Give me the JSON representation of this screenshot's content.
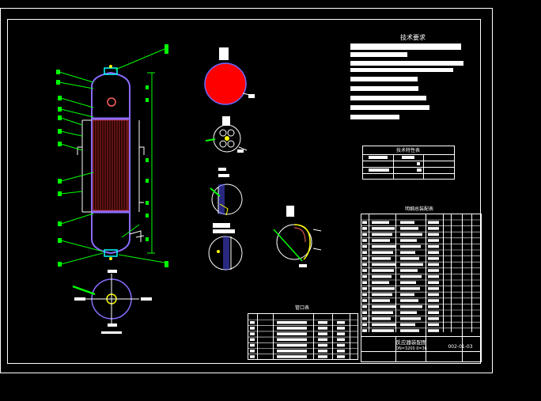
{
  "drawing": {
    "tech_requirements_title": "技术要求",
    "tech_spec_table_title": "技术特性表",
    "parts_list_title": "明细总装配表",
    "nozzle_table_title": "管口表",
    "title_block": {
      "name": "反应器装配图",
      "spec": "DN=3200  δ=36",
      "drawing_no": "002-01-03"
    }
  },
  "colors": {
    "background": "#000000",
    "linework": "#ffffff",
    "vessel": "#8a6cff",
    "leaders": "#00ff00",
    "red_fill": "#ff0000",
    "tube_bundle": "#c83232",
    "yellow": "#ffff00",
    "cyan": "#00ffff"
  }
}
